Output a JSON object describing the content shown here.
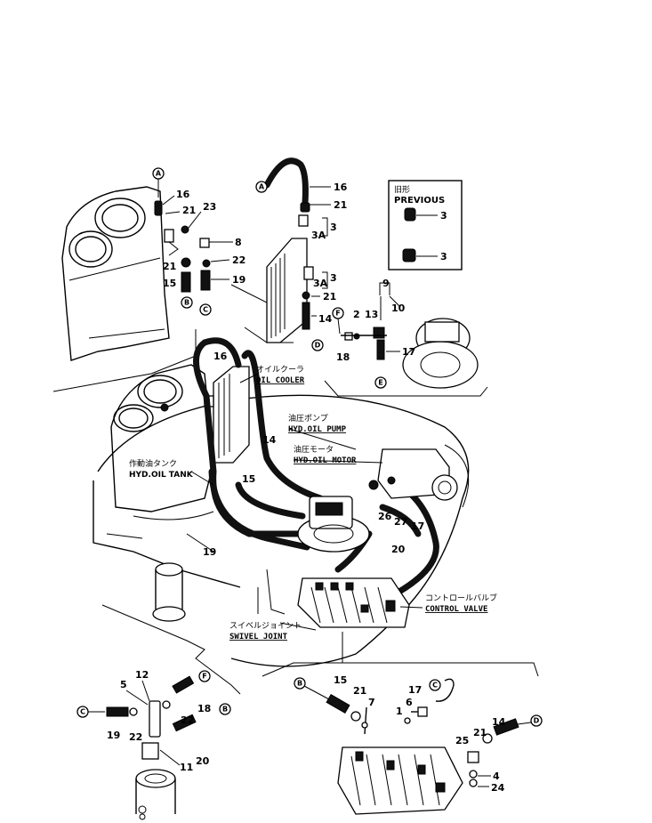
{
  "callouts": {
    "A": "A",
    "B": "B",
    "C": "C",
    "D": "D",
    "E": "E",
    "F": "F"
  },
  "tank_detail": {
    "n16": "16",
    "n21a": "21",
    "n23": "23",
    "n8": "8",
    "n21b": "21",
    "n22": "22",
    "n15": "15",
    "n19": "19"
  },
  "cooler_detail": {
    "n16": "16",
    "n21a": "21",
    "n3a": "3",
    "n3Aa": "3A",
    "n3b": "3",
    "n3Ab": "3A",
    "n21b": "21",
    "n14": "14"
  },
  "previous_box": {
    "title_jp": "旧形",
    "title_en": "PREVIOUS",
    "n3a": "3",
    "n3b": "3"
  },
  "motor_detail": {
    "n9": "9",
    "n10": "10",
    "n2": "2",
    "n13": "13",
    "n18": "18",
    "n17": "17"
  },
  "main_view": {
    "n16": "16",
    "n14": "14",
    "n15": "15",
    "n19": "19",
    "n26": "26",
    "n27": "27",
    "n17": "17",
    "n20": "20",
    "oil_cooler_jp": "オイルクーラ",
    "oil_cooler_en": "OIL COOLER",
    "pump_jp": "油圧ポンプ",
    "pump_en": "HYD.OIL PUMP",
    "motor_jp": "油圧モータ",
    "motor_en": "HYD.OIL MOTOR",
    "tank_jp": "作動油タンク",
    "tank_en": "HYD.OIL TANK",
    "valve_jp": "コントロールバルブ",
    "valve_en": "CONTROL VALVE",
    "swivel_jp": "スイベルジョイント",
    "swivel_en": "SWIVEL JOINT"
  },
  "swivel_detail": {
    "n12": "12",
    "n5": "5",
    "n22a": "22",
    "n18": "18",
    "n19": "19",
    "n22b": "22",
    "n11": "11",
    "n20": "20"
  },
  "valve_detail": {
    "n15": "15",
    "n21a": "21",
    "n7": "7",
    "n17": "17",
    "n6": "6",
    "n1": "1",
    "n14": "14",
    "n21b": "21",
    "n25": "25",
    "n4": "4",
    "n24": "24"
  }
}
